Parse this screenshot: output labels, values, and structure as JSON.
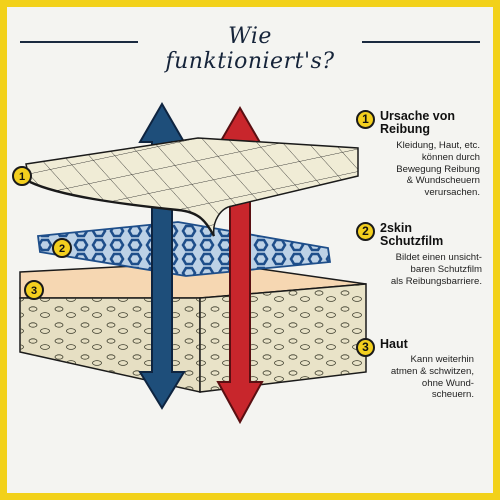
{
  "header": {
    "title": "Wie funktioniert's?"
  },
  "layers": [
    {
      "number": "1"
    },
    {
      "number": "2"
    },
    {
      "number": "3"
    }
  ],
  "steps": [
    {
      "number": "1",
      "title": "Ursache von Reibung",
      "desc_lines": [
        "Kleidung, Haut, etc.",
        "können durch",
        "Bewegung Reibung",
        "& Wundscheuern",
        "verursachen."
      ]
    },
    {
      "number": "2",
      "title": "2skin Schutzfilm",
      "desc_lines": [
        "Bildet einen unsicht-",
        "baren Schutzfilm",
        "als Reibungsbarriere."
      ]
    },
    {
      "number": "3",
      "title": "Haut",
      "desc_lines": [
        "Kann weiterhin",
        "atmen & schwitzen,",
        "ohne Wund-",
        "scheuern."
      ]
    }
  ],
  "colors": {
    "frame": "#f2d11a",
    "blue_arrow": "#1e4e7a",
    "red_arrow": "#c8262c",
    "skin_top": "#f7d8b4",
    "skin_side": "#ebe5cc",
    "fabric": "#f1edd9",
    "film": "#2f5f9a"
  }
}
